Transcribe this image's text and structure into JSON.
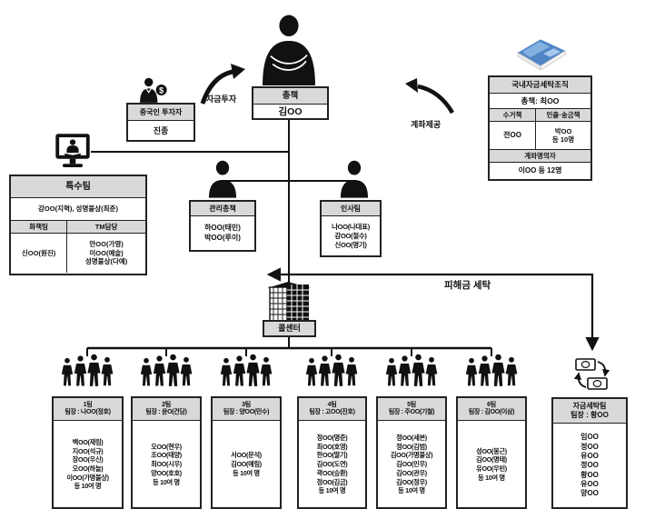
{
  "colors": {
    "header_bg": "#d9d9d9",
    "line": "#111111",
    "book_blue": "#4f86c6"
  },
  "boss": {
    "title": "총책",
    "name": "김OO"
  },
  "investor": {
    "title": "중국인 투자자",
    "name": "진종"
  },
  "labels": {
    "fund_invest": "자금투자",
    "account_provide": "계좌제공",
    "victim_laundering": "피해금 세탁"
  },
  "domestic_laundering": {
    "title": "국내자금세탁조직",
    "chief": "총책: 최OO",
    "collector_header": "수거책",
    "withdraw_header": "인출·송금책",
    "collector": "전OO",
    "withdraw": [
      "박OO",
      "등 10명"
    ],
    "account_holder_header": "계좌명의자",
    "account_holder": "이OO 등 12명"
  },
  "special_team": {
    "title": "특수팀",
    "members": "강OO(지혁), 성명불상(최준)",
    "sub1_header": "화책팀",
    "sub2_header": "TM담당",
    "sub1": "신OO(원진)",
    "sub2": [
      "안OO(가영)",
      "이OO(예슬)",
      "성명불상(다예)"
    ]
  },
  "management": {
    "title": "관리총책",
    "members": [
      "하OO(태민)",
      "박OO(루이)"
    ]
  },
  "hr": {
    "title": "인사팀",
    "members": [
      "나OO(나대표)",
      "강OO(철수)",
      "신OO(명기)"
    ]
  },
  "call_center": "콜센터",
  "teams": [
    {
      "title": "1팀",
      "leader": "팀장 : 나OO(정호)",
      "members": [
        "백OO(재림)",
        "지OO(석규)",
        "장OO(우신)",
        "오OO(하늘)",
        "이OO(가명불상)",
        "등 10여 명"
      ]
    },
    {
      "title": "2팀",
      "leader": "팀장 : 윤O(건담)",
      "members": [
        "오OO(현우)",
        "조OO(태양)",
        "최OO(시우)",
        "양OO(호호)",
        "등 10여 명"
      ]
    },
    {
      "title": "3팀",
      "leader": "팀장 : 양OO(민수)",
      "members": [
        "서OO(문석)",
        "김OO(예림)",
        "등 10여 명"
      ]
    },
    {
      "title": "4팀",
      "leader": "팀장 : 고OO(진호)",
      "members": [
        "정OO(명준)",
        "최OO(호영)",
        "한OO(딸기)",
        "김OO(도연)",
        "곽OO(승환)",
        "정OO(김금)",
        "등 10여 명"
      ]
    },
    {
      "title": "5팀",
      "leader": "팀장 : 주OO(기철)",
      "members": [
        "정OO(세븐)",
        "정OO(김범)",
        "김OO(가명불상)",
        "김OO(민우)",
        "김OO(관우)",
        "김OO(정우)",
        "등 10여 명"
      ]
    },
    {
      "title": "6팀",
      "leader": "팀장 : 김OO(이삼)",
      "members": [
        "성OO(봉근)",
        "김OO(명태)",
        "유OO(우빈)",
        "등 10여 명"
      ]
    }
  ],
  "laundering_team": {
    "title": "자금세탁팀",
    "leader": "팀장 : 황OO",
    "members": [
      "임OO",
      "정OO",
      "유OO",
      "정OO",
      "황OO",
      "유OO",
      "양OO"
    ]
  }
}
